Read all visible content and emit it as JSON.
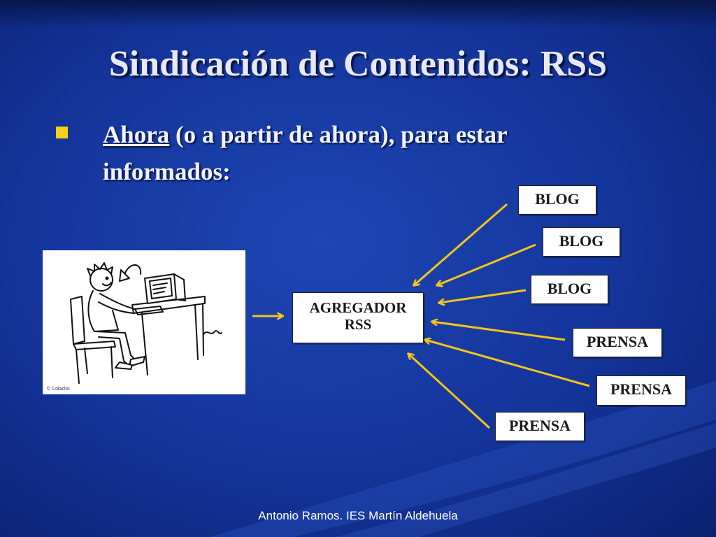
{
  "slide": {
    "title": "Sindicación de Contenidos: RSS",
    "bullet": {
      "underlined": "Ahora",
      "rest": " (o a partir de ahora), para estar",
      "line2": "informados:"
    },
    "footer": "Antonio Ramos. IES Martín Aldehuela"
  },
  "diagram": {
    "aggregator": {
      "line1": "AGREGADOR",
      "line2": "RSS"
    },
    "sources": [
      "BLOG",
      "BLOG",
      "BLOG",
      "PRENSA",
      "PRENSA",
      "PRENSA"
    ],
    "arrow_color": "#f5c518"
  },
  "cartoon": {
    "caption": "© Colacho"
  },
  "colors": {
    "background": "#14349a",
    "bullet": "#f3d11a",
    "title": "#e8e8f4"
  }
}
